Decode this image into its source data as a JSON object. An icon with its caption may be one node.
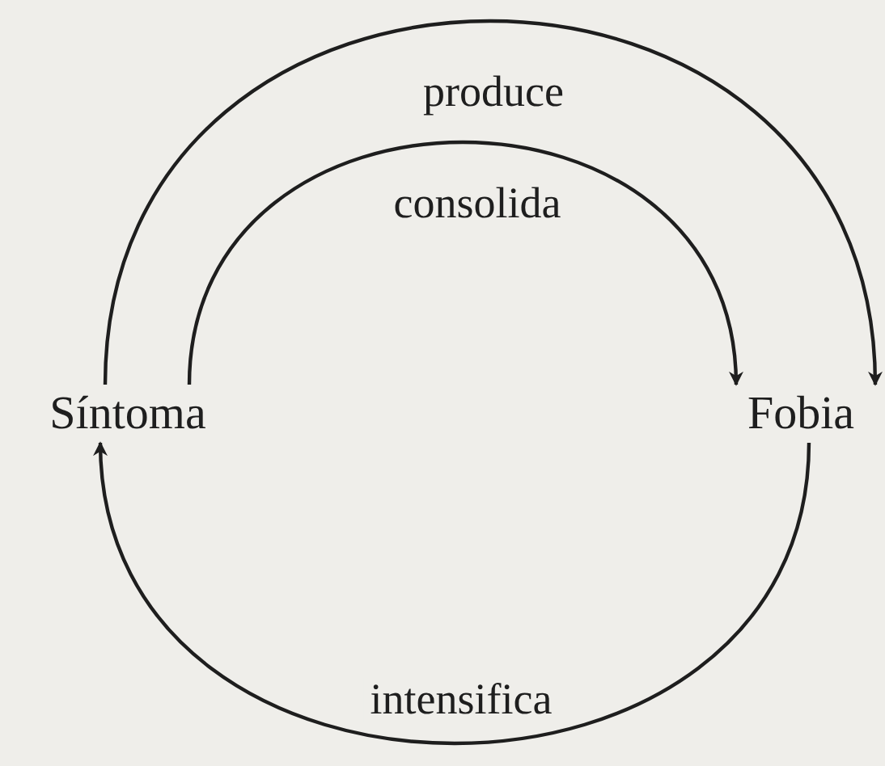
{
  "diagram": {
    "nodes": [
      {
        "text": [
          "Síntoma"
        ]
      },
      {
        "text": [
          "Fobia"
        ]
      }
    ],
    "edges": [
      {
        "from": 0,
        "to": 1,
        "arrow": "to",
        "label": "produce"
      },
      {
        "from": 0,
        "to": 1,
        "arrow": "to",
        "label": "consolida"
      },
      {
        "from": 1,
        "to": 0,
        "arrow": "to",
        "label": "intensifica"
      }
    ]
  }
}
